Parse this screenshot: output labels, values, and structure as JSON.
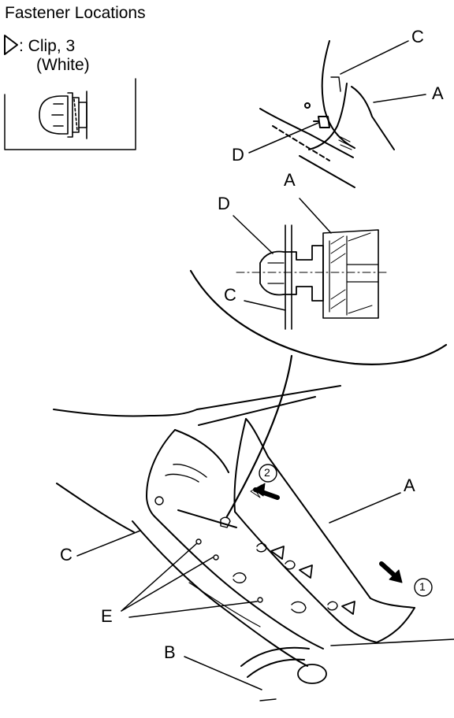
{
  "diagram": {
    "title": "Fastener Locations",
    "legend": {
      "clip_text": ": Clip, 3",
      "color_text": "(White)"
    },
    "callouts": {
      "c_top": "C",
      "a_top": "A",
      "d_top": "D",
      "a_mid": "A",
      "d_mid": "D",
      "c_mid": "C",
      "a_low": "A",
      "c_low": "C",
      "e_low": "E",
      "b_low": "B",
      "step1": "1",
      "step2": "2"
    }
  }
}
